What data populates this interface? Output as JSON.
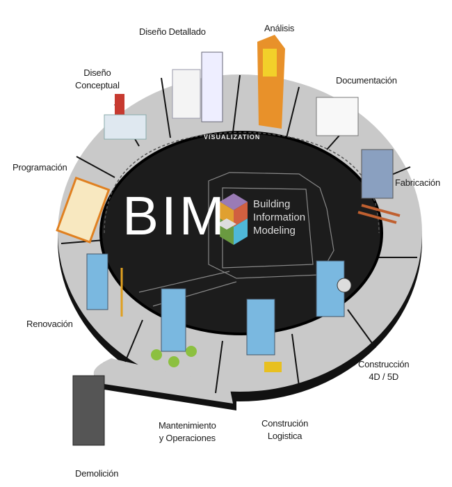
{
  "center": {
    "acronym": "BIM",
    "subtitle_lines": [
      "Building",
      "Information",
      "Modeling"
    ],
    "ring_label": "VISUALIZATION"
  },
  "stages": {
    "diseno_detallado": "Diseño Detallado",
    "analisis": "Análisis",
    "diseno_conceptual": [
      "Diseño",
      "Conceptual"
    ],
    "documentacion": "Documentación",
    "programacion": "Programación",
    "fabricacion": "Fabricación",
    "renovacion": "Renovación",
    "construccion": [
      "Construcción",
      "4D / 5D"
    ],
    "demolicion": "Demolición",
    "mantenimiento": [
      "Mantenimiento",
      "y Operaciones"
    ],
    "logistica": [
      "Construción",
      "Logistica"
    ]
  },
  "colors": {
    "ring": "#c9c9c9",
    "ring_edge": "#111111",
    "center": "#1c1c1c",
    "accent_orange": "#e8912a"
  }
}
